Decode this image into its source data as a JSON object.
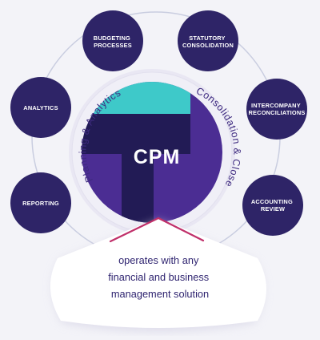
{
  "center": {
    "label": "CPM"
  },
  "arcs": {
    "left": "Planning & Analytics",
    "right": "Consolidation & Close"
  },
  "nodes": [
    {
      "id": "budgeting-processes",
      "lines": [
        "BUDGETING",
        "PROCESSES"
      ]
    },
    {
      "id": "statutory-consolidation",
      "lines": [
        "STATUTORY",
        "CONSOLIDATION"
      ]
    },
    {
      "id": "analytics",
      "lines": [
        "ANALYTICS"
      ]
    },
    {
      "id": "intercompany-reconciliations",
      "lines": [
        "INTERCOMPANY",
        "RECONCILIATIONS"
      ]
    },
    {
      "id": "reporting",
      "lines": [
        "REPORTING"
      ]
    },
    {
      "id": "accounting-review",
      "lines": [
        "ACCOUNTING",
        "REVIEW"
      ]
    }
  ],
  "callout": {
    "lines": [
      "operates with any",
      "financial and business",
      "management solution"
    ]
  },
  "colors": {
    "background": "#f3f3f8",
    "node_fill": "#2e2467",
    "orbit_ring": "#c9cde0",
    "center_purple": "#4b2d93",
    "center_dark": "#221b55",
    "center_teal": "#3ec9c9",
    "accent_line": "#c0306a",
    "text_purple": "#3f2b80"
  }
}
